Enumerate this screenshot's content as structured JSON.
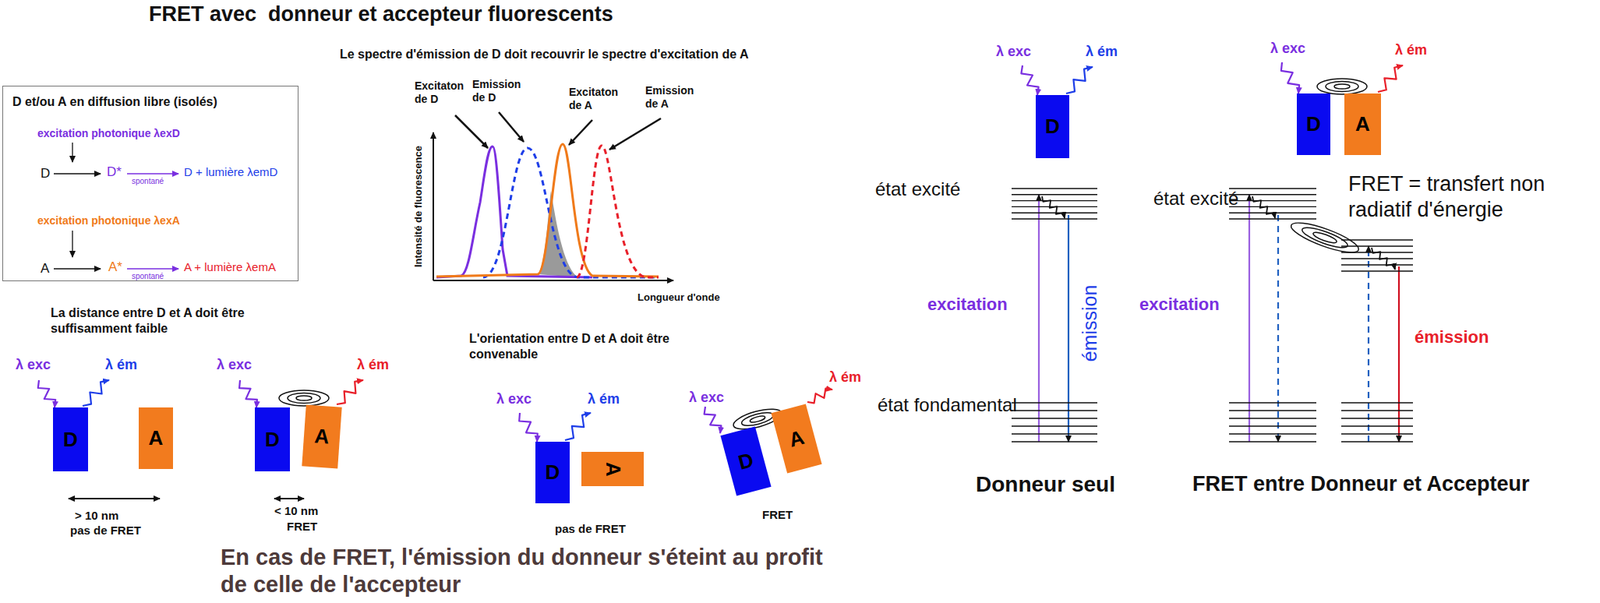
{
  "diagram": {
    "title": "FRET avec  donneur et accepteur fluorescents",
    "nodes": [
      {
        "text": [
          "D et/ou A en diffusion libre (isolés)",
          "excitation photonique λexD",
          "D",
          "D*",
          "spontané",
          "D + lumière λemD",
          "excitation photonique λexA",
          "A",
          "A*",
          "spontané",
          "A + lumière λemA"
        ]
      },
      {
        "text": [
          "D"
        ]
      },
      {
        "text": [
          "A"
        ]
      },
      {
        "text": [
          "D"
        ]
      },
      {
        "text": [
          "A"
        ]
      },
      {
        "text": [
          "D"
        ]
      },
      {
        "text": [
          "A"
        ]
      },
      {
        "text": [
          "D"
        ]
      },
      {
        "text": [
          "A"
        ]
      },
      {
        "text": [
          "D"
        ]
      },
      {
        "text": [
          "D"
        ]
      },
      {
        "text": [
          "A"
        ]
      }
    ],
    "labels": [
      "Le spectre d'émission de D doit recouvrir le spectre d'excitation de A",
      "Excitaton de D",
      "Emission de D",
      "Excitaton de A",
      "Emission de A",
      "Intensité de fluorescence",
      "Longueur d'onde",
      "La distance entre D et A doit être suffisamment faible",
      "λ exc",
      "λ ém",
      "λ exc",
      "λ ém",
      "> 10 nm",
      "pas de FRET",
      "< 10 nm",
      "FRET",
      "L'orientation entre D et A doit être convenable",
      "λ exc",
      "λ ém",
      "λ exc",
      "λ ém",
      "pas de FRET",
      "FRET",
      "En cas de FRET, l'émission du donneur s'éteint au profit de celle de l'accepteur",
      "λ exc",
      "λ ém",
      "λ exc",
      "λ ém",
      "état excité",
      "excitation",
      "émission",
      "état fondamental",
      "Donneur seul",
      "état excité",
      "FRET = transfert non radiatif d'énergie",
      "excitation",
      "émission",
      "FRET entre Donneur et Accepteur"
    ]
  }
}
